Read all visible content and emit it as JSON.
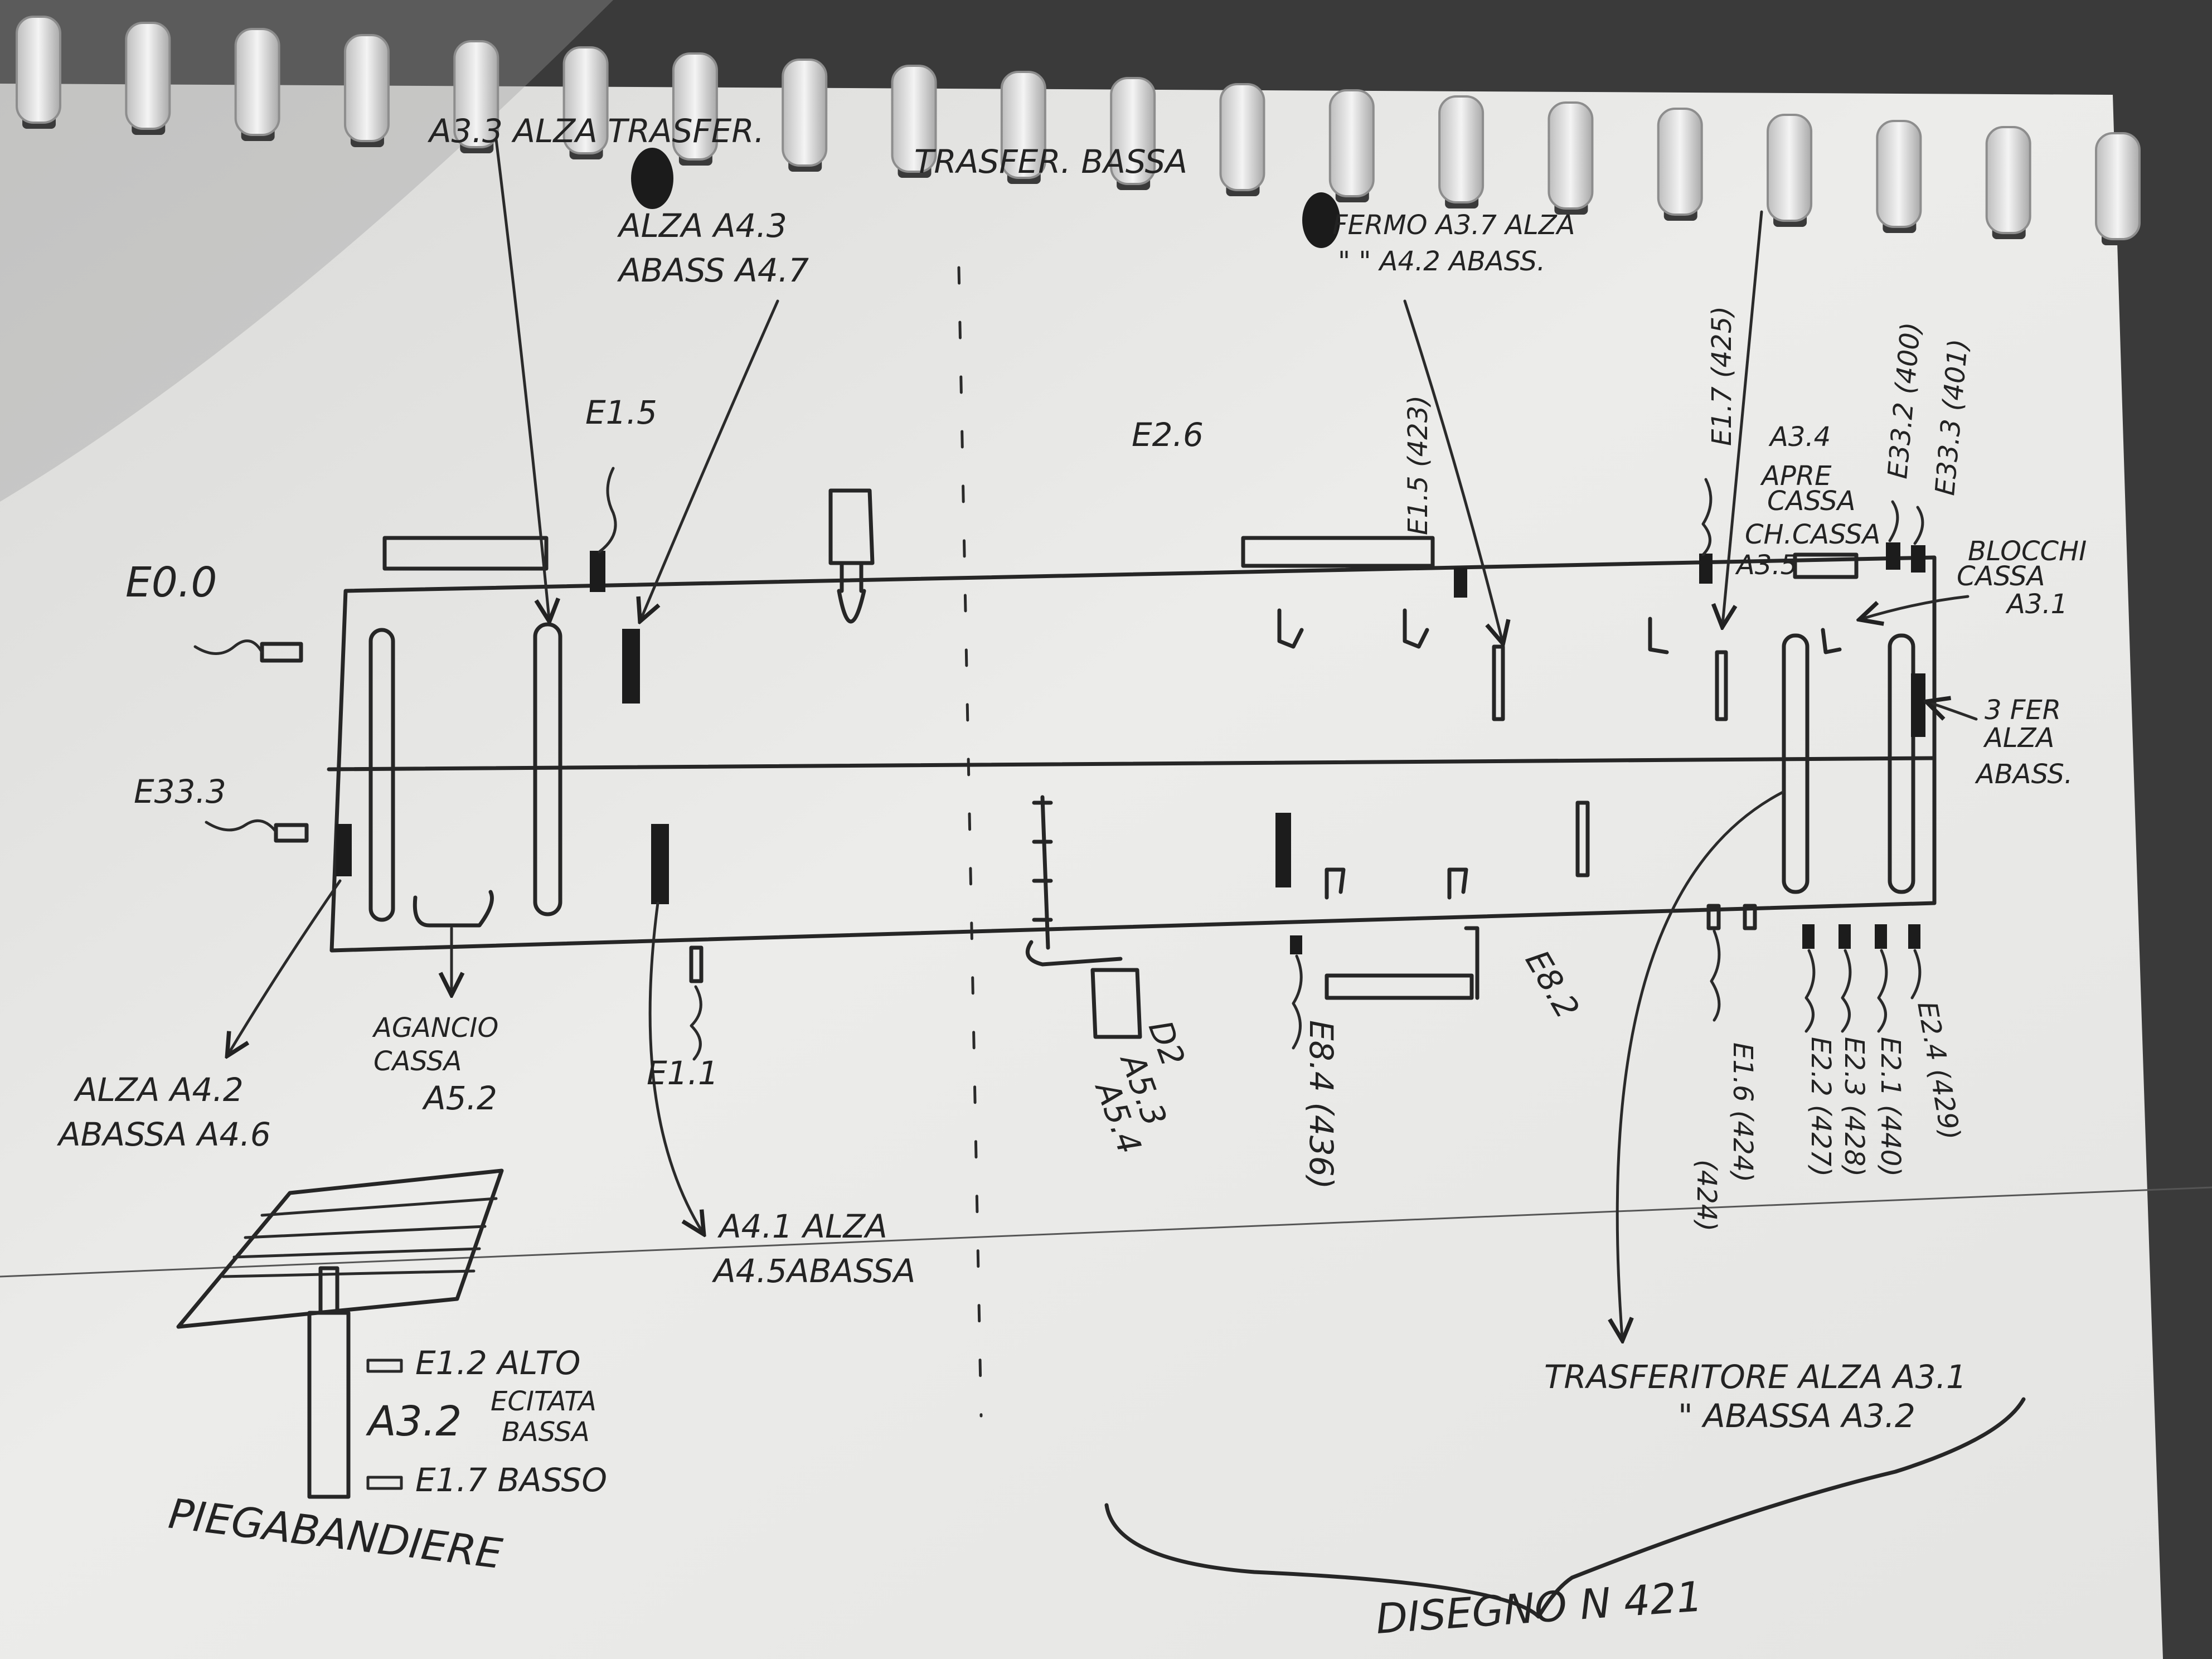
{
  "binding": {
    "ring_count": 20
  },
  "labels": {
    "top_a33": "A3.3 ALZA TRASFER.",
    "top_trasfer": "TRASFER. BASSA",
    "alza_a43": "ALZA   A4.3",
    "abass_a47": "ABASS  A4.7",
    "e15_left": "E1.5",
    "e00": "E0.0",
    "e333_left": "E33.3",
    "fermo_a37": "FERMO A3.7 ALZA",
    "fermo_a42": "\" \"   A4.2 ABASS.",
    "e26": "E2.6",
    "e15_423": "E1.5 (423)",
    "e17_425": "E1.7 (425)",
    "a34": "A3.4",
    "apre": "APRE",
    "cassa": "CASSA",
    "ch_cassa": "CH.CASSA",
    "a35": "A3.5",
    "e332": "E33.2 (400)",
    "e333_right": "E33.3 (401)",
    "blocchi": "BLOCCHI",
    "blocchi_cassa": "CASSA",
    "blocchi_a31": "A3.1",
    "fer3": "3 FER",
    "fer_alza": "ALZA",
    "fer_abass": "ABASS.",
    "agancio": "AGANCIO",
    "agancio_cassa": "CASSA",
    "a52": "A5.2",
    "alza_a42": "ALZA A4.2",
    "abassa_a46": "ABASSA A4.6",
    "e11": "E1.1",
    "a41_alza": "A4.1 ALZA",
    "a45_abassa": "A4.5ABASSA",
    "d2": "D2",
    "a53": "A5.3",
    "a54": "A5.4",
    "e84": "E8.4 (436)",
    "e82": "E8.2",
    "e16": "E1.6 (424)",
    "e16_b": "(424)",
    "e22": "E2.2 (427)",
    "e23": "E2.3 (428)",
    "e21": "E2.1 (440)",
    "e24": "E2.4 (429)",
    "e12_alto": "E1.2 ALTO",
    "a32": "A3.2",
    "ecitata": "ECITATA",
    "bassa": "BASSA",
    "e17_basso": "E1.7 BASSO",
    "piegabandiere": "PIEGABANDIERE",
    "trasferitore_alza": "TRASFERITORE ALZA A3.1",
    "trasferitore_abassa": "\"   ABASSA A3.2",
    "disegno": "DISEGNO N 421"
  }
}
